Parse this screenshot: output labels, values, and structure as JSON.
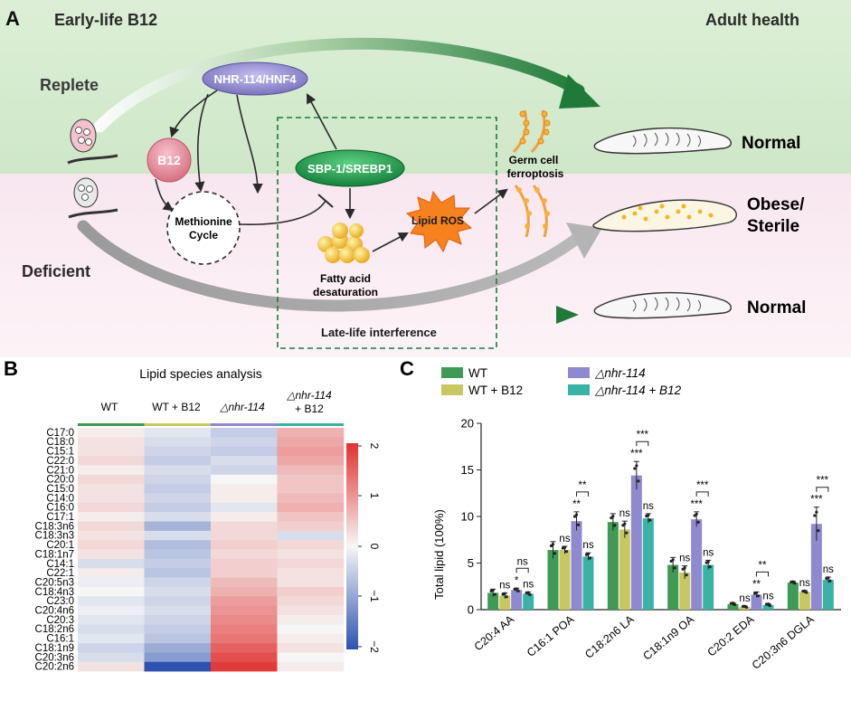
{
  "panel_a": {
    "letter": "A",
    "header_left": "Early-life B12",
    "header_right": "Adult health",
    "replete": "Replete",
    "deficient": "Deficient",
    "nhr": "NHR-114/HNF4",
    "b12": "B12",
    "methionine_1": "Methionine",
    "methionine_2": "Cycle",
    "sbp": "SBP-1/SREBP1",
    "fatty_1": "Fatty acid",
    "fatty_2": "desaturation",
    "lipid_ros": "Lipid ROS",
    "germ_1": "Germ cell",
    "germ_2": "ferroptosis",
    "late_life": "Late-life interference",
    "out_normal_1": "Normal",
    "out_obese_1": "Obese/",
    "out_obese_2": "Sterile",
    "out_normal_2": "Normal",
    "colors": {
      "green_band": "#d8ecd2",
      "pink_band": "#f9e6ee",
      "green_arrow": "#1f7a3a",
      "sbp_fill": "#1a9a4a",
      "nhr_fill": "#8c86c8",
      "b12_fill": "#e8889a",
      "ros_fill": "#f5821f"
    }
  },
  "panel_b": {
    "letter": "B",
    "title": "Lipid species analysis",
    "col_labels": [
      "WT",
      "WT + B12",
      "△nhr-114",
      "△nhr-114",
      "+ B12"
    ],
    "colorbar_ticks": [
      "2",
      "1",
      "0",
      "−1",
      "−2"
    ],
    "col_bar_colors": [
      "#3f9a55",
      "#c9c761",
      "#8f89cf",
      "#39b3a3"
    ],
    "chart_data": {
      "type": "heatmap",
      "title": "Lipid species analysis",
      "columns": [
        "WT",
        "WT + B12",
        "△nhr-114",
        "△nhr-114 + B12"
      ],
      "rows": [
        "C17:0",
        "C18:0",
        "C15:1",
        "C22:0",
        "C21:0",
        "C20:0",
        "C15:0",
        "C14:0",
        "C16:0",
        "C17:1",
        "C18:3n6",
        "C18:3n3",
        "C20:1",
        "C18:1n7",
        "C14:1",
        "C22:1",
        "C20:5n3",
        "C18:4n3",
        "C23:0",
        "C20:4n6",
        "C20:3",
        "C18:2n6",
        "C16:1",
        "C18:1n9",
        "C20:3n6",
        "C20:2n6"
      ],
      "values": [
        [
          0.1,
          -0.2,
          -0.5,
          0.7
        ],
        [
          0.2,
          -0.3,
          -0.4,
          0.8
        ],
        [
          0.2,
          -0.4,
          -0.5,
          0.9
        ],
        [
          0.3,
          -0.5,
          -0.3,
          0.8
        ],
        [
          0.1,
          -0.3,
          -0.4,
          0.6
        ],
        [
          0.3,
          -0.4,
          0.0,
          0.5
        ],
        [
          0.2,
          -0.5,
          0.1,
          0.5
        ],
        [
          0.2,
          -0.4,
          0.1,
          0.6
        ],
        [
          0.3,
          -0.5,
          -0.2,
          0.7
        ],
        [
          0.1,
          -0.3,
          0.1,
          0.5
        ],
        [
          0.3,
          -0.8,
          0.3,
          0.4
        ],
        [
          0.2,
          -0.3,
          0.3,
          -0.3
        ],
        [
          0.3,
          -0.7,
          0.4,
          0.3
        ],
        [
          0.2,
          -0.6,
          0.3,
          0.2
        ],
        [
          -0.3,
          -0.5,
          0.4,
          0.3
        ],
        [
          0.1,
          -0.6,
          0.4,
          0.2
        ],
        [
          -0.1,
          -0.4,
          0.6,
          0.2
        ],
        [
          0.0,
          -0.3,
          0.7,
          0.4
        ],
        [
          -0.2,
          -0.4,
          0.9,
          0.3
        ],
        [
          -0.1,
          -0.3,
          1.0,
          0.2
        ],
        [
          -0.2,
          -0.4,
          1.1,
          0.1
        ],
        [
          -0.3,
          -0.5,
          1.2,
          0.0
        ],
        [
          -0.2,
          -0.6,
          1.3,
          0.1
        ],
        [
          -0.4,
          -0.9,
          1.5,
          0.2
        ],
        [
          -0.3,
          -1.1,
          1.7,
          0.0
        ],
        [
          0.2,
          -2.0,
          1.9,
          0.1
        ]
      ],
      "colorbar_range": [
        -2,
        2
      ]
    }
  },
  "panel_c": {
    "letter": "C",
    "legend": [
      {
        "label": "WT",
        "color": "#3f9a55"
      },
      {
        "label": "WT + B12",
        "color": "#c9c761"
      },
      {
        "label": "△nhr-114",
        "color": "#8f89cf"
      },
      {
        "label": "△nhr-114 + B12",
        "color": "#39b3a3"
      }
    ],
    "y_label": "Total lipid (100%)",
    "chart_data": {
      "type": "bar",
      "categories": [
        "C20:4 AA",
        "C16:1 POA",
        "C18:2n6 LA",
        "C18:1n9 OA",
        "C20:2 EDA",
        "C20:3n6 DGLA"
      ],
      "series": [
        {
          "name": "WT",
          "values": [
            1.8,
            6.4,
            9.4,
            4.8,
            0.6,
            2.9
          ],
          "errors": [
            0.4,
            0.9,
            0.9,
            0.8,
            0.15,
            0.15
          ]
        },
        {
          "name": "WT + B12",
          "values": [
            1.5,
            6.4,
            8.6,
            4.0,
            0.3,
            1.9
          ],
          "errors": [
            0.3,
            0.4,
            0.9,
            0.7,
            0.1,
            0.15
          ]
        },
        {
          "name": "△nhr-114",
          "values": [
            2.1,
            9.5,
            14.4,
            9.7,
            1.6,
            9.2
          ],
          "errors": [
            0.2,
            1.0,
            1.5,
            0.8,
            0.3,
            1.8
          ]
        },
        {
          "name": "△nhr-114 + B12",
          "values": [
            1.7,
            5.7,
            9.8,
            4.8,
            0.5,
            3.2
          ],
          "errors": [
            0.2,
            0.4,
            0.5,
            0.5,
            0.15,
            0.3
          ]
        }
      ],
      "ylim": [
        0,
        20
      ],
      "yticks": [
        0,
        5,
        10,
        15,
        20
      ],
      "annotations": [
        {
          "category": "C20:4 AA",
          "labels": [
            "ns",
            "*",
            "ns"
          ],
          "bracket": "ns"
        },
        {
          "category": "C16:1 POA",
          "labels": [
            "ns",
            "**",
            "ns"
          ],
          "bracket": "**"
        },
        {
          "category": "C18:2n6 LA",
          "labels": [
            "ns",
            "***",
            "ns"
          ],
          "bracket": "***"
        },
        {
          "category": "C18:1n9 OA",
          "labels": [
            "ns",
            "***",
            "ns"
          ],
          "bracket": "***"
        },
        {
          "category": "C20:2 EDA",
          "labels": [
            "ns",
            "**",
            "ns"
          ],
          "bracket": "**"
        },
        {
          "category": "C20:3n6 DGLA",
          "labels": [
            "ns",
            "***",
            "ns"
          ],
          "bracket": "***"
        }
      ]
    }
  }
}
